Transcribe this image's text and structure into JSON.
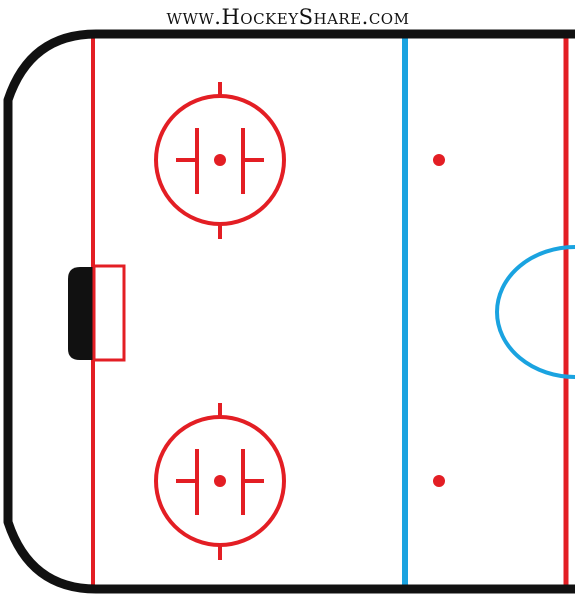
{
  "watermark": "www.HockeyShare.com",
  "colors": {
    "boards": "#111111",
    "red_line": "#e31e24",
    "blue_line": "#1aa3e0",
    "ice": "#ffffff",
    "goal": "#111111"
  },
  "diagram": {
    "type": "hockey-half-rink",
    "elements": [
      "boards",
      "goal-line",
      "goal-net",
      "goal-crease",
      "faceoff-circle-top",
      "faceoff-circle-bottom",
      "blue-line",
      "neutral-zone-dot-top",
      "neutral-zone-dot-bottom",
      "center-line",
      "center-circle"
    ]
  }
}
